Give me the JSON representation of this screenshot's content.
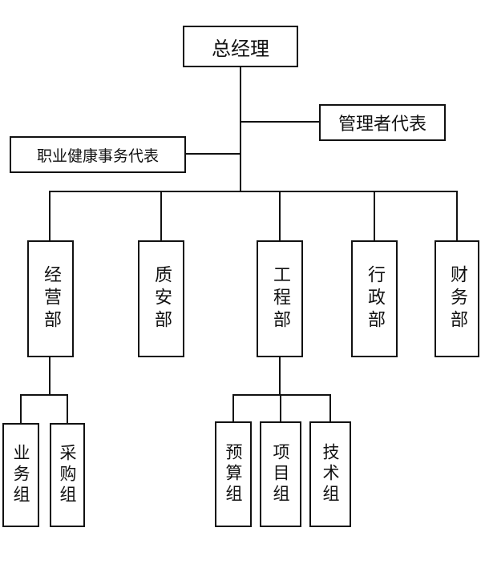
{
  "org_chart": {
    "top": {
      "general_manager": "总经理"
    },
    "representatives": {
      "management_representative": "管理者代表",
      "occupational_health_representative": "职业健康事务代表"
    },
    "departments": [
      {
        "label": "经营部"
      },
      {
        "label": "质安部"
      },
      {
        "label": "工程部"
      },
      {
        "label": "行政部"
      },
      {
        "label": "财务部"
      }
    ],
    "groups": [
      {
        "label": "业务组"
      },
      {
        "label": "采购组"
      },
      {
        "label": "预算组"
      },
      {
        "label": "项目组"
      },
      {
        "label": "技术组"
      }
    ]
  }
}
